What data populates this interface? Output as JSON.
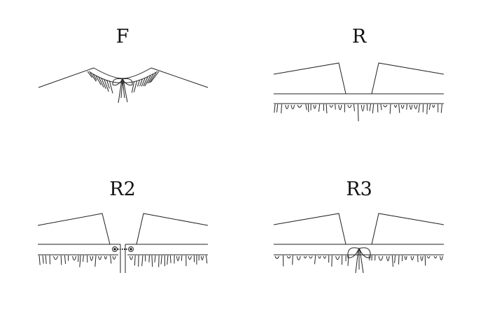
{
  "views": [
    {
      "label": "F"
    },
    {
      "label": "R"
    },
    {
      "label": "R2"
    },
    {
      "label": "R3"
    }
  ]
}
